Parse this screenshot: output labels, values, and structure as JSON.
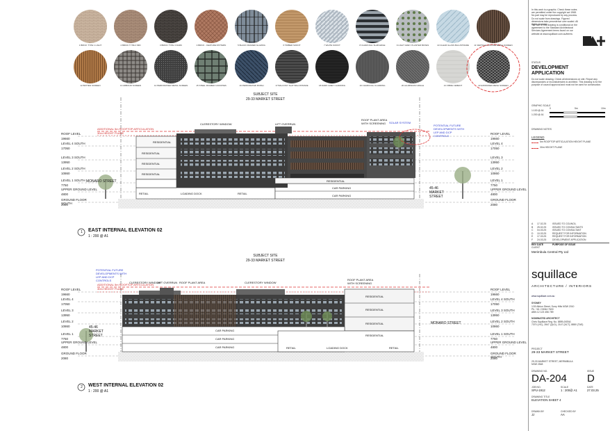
{
  "materials": {
    "row1": [
      {
        "label": "1 BRICK TYPE 1 LIGHT",
        "tex": "brick-light"
      },
      {
        "label": "2 BRICK TYPE 2 MID",
        "tex": "brick-mid"
      },
      {
        "label": "3 BRICK TYPE 3 DARK",
        "tex": "brick-dark"
      },
      {
        "label": "4 BRICK - FEATURE PATTERN",
        "tex": "brick-pattern"
      },
      {
        "label": "5 BLACK FRAMED GLAZING",
        "tex": "glazing"
      },
      {
        "label": "6 TIMBER SOFFIT",
        "tex": "timber"
      },
      {
        "label": "7 WHITE SOFFIT",
        "tex": "white-soffit"
      },
      {
        "label": "8 CHARCOAL SLAB EDGE",
        "tex": "slab-edge"
      },
      {
        "label": "9 LIGHT GREY PLANTER BOXES",
        "tex": "planter"
      },
      {
        "label": "10 CLEAR GLASS BALUSTRADE",
        "tex": "glass-bal"
      },
      {
        "label": "11 VERTICAL LOUVRE METAL SCREEN",
        "tex": "louvre"
      }
    ],
    "row2": [
      {
        "label": "12 BATTEN SCREEN",
        "tex": "batten"
      },
      {
        "label": "13 ARBOUR SCREEN",
        "tex": "arbour"
      },
      {
        "label": "14 PERFORATED METAL SCREEN",
        "tex": "perforated"
      },
      {
        "label": "15 STEEL FRAMED CANOPIES",
        "tex": "canopy"
      },
      {
        "label": "16 PERFORATED FINISH",
        "tex": "perf-dark"
      },
      {
        "label": "17 BALCONY SLAT BALUSTRADE",
        "tex": "slat-bal"
      },
      {
        "label": "18 DARK GREY CLADDING",
        "tex": "dark-clad"
      },
      {
        "label": "19 CHARCOAL CLADDING",
        "tex": "charcoal"
      },
      {
        "label": "20 ALUMINIUM GRILLE",
        "tex": "grille"
      },
      {
        "label": "21 FIBRE CEMENT",
        "tex": "fibre"
      },
      {
        "label": "22 EXPANDED MESH SCREEN",
        "tex": "mesh"
      }
    ]
  },
  "east_elevation": {
    "subject_site": "SUBJECT SITE",
    "subject_address": "29-33 MARKET STREET",
    "number": "1",
    "title": "EAST INTERNAL ELEVATION 02",
    "scale": "1 : 200 @ A1",
    "left_street": "MONARO STREET",
    "right_street": "45-46 MARKET STREET",
    "callouts": [
      "CLERESTORY WINDOW",
      "LIFT OVERRUN",
      "ROOF PLANT AREA WITH SCREENING",
      "SOLAR SYSTEM"
    ],
    "red_note_1": "ADDITIONAL 5m ROOFTOP ARTICULATION",
    "red_note_2": "30m HEIGHT PLANE",
    "blue_note": "POTENTIAL FUTURE DEVELOPMENTS WITH LEP AND DCP CONTROLS",
    "units": [
      "RESIDENTIAL",
      "RESIDENTIAL",
      "RESIDENTIAL",
      "RESIDENTIAL",
      "RESIDENTIAL"
    ],
    "car_labels": [
      "CAR PARKING",
      "CAR PARKING"
    ],
    "ground_labels": [
      "RETAIL",
      "LOADING DOCK",
      "RETAIL"
    ]
  },
  "west_elevation": {
    "subject_site": "SUBJECT SITE",
    "subject_address": "29-33 MARKET STREET",
    "number": "2",
    "title": "WEST INTERNAL ELEVATION 02",
    "scale": "1 : 200 @ A1",
    "left_street": "45-46 MARKET STREET",
    "right_street": "MONARO STREET",
    "callouts": [
      "CLERESTORY WINDOW",
      "LIFT OVERRUN",
      "ROOF PLANT AREA",
      "CLERESTORY WINDOW",
      "ROOF PLANT AREA WITH SCREENING"
    ],
    "red_note_1": "ADDITIONAL 5m ROOFTOP ARTICULATION",
    "red_note_2": "30m HEIGHT PLANE",
    "blue_note": "POTENTIAL FUTURE DEVELOPMENTS WITH LEP AND DCP CONTROLS",
    "units": [
      "RESIDENTIAL",
      "RESIDENTIAL",
      "RESIDENTIAL",
      "RESIDENTIAL"
    ],
    "car_labels": [
      "CAR PARKING",
      "CAR PARKING",
      "CAR PARKING"
    ],
    "ground_labels": [
      "RETAIL",
      "LOADING DOCK",
      "RETAIL"
    ]
  },
  "levels": [
    {
      "name": "ROOF LEVEL",
      "rl": "19660"
    },
    {
      "name": "LEVEL 4",
      "rl": "17050"
    },
    {
      "name": "LEVEL 3",
      "rl": "13950"
    },
    {
      "name": "LEVEL 2",
      "rl": "10860"
    },
    {
      "name": "LEVEL 1",
      "rl": "7750"
    },
    {
      "name": "UPPER GROUND LEVEL",
      "rl": "4800"
    },
    {
      "name": "GROUND FLOOR",
      "rl": "2080"
    }
  ],
  "levels_left_east": [
    {
      "name": "ROOF LEVEL",
      "rl": "19660"
    },
    {
      "name": "LEVEL 4 SOUTH",
      "rl": "17050"
    },
    {
      "name": "LEVEL 3 SOUTH",
      "rl": "13950"
    },
    {
      "name": "LEVEL 2 SOUTH",
      "rl": "10860"
    },
    {
      "name": "LEVEL 1 SOUTH",
      "rl": "7750"
    },
    {
      "name": "UPPER GROUND LEVEL",
      "rl": "4800"
    },
    {
      "name": "GROUND FLOOR SOUTH",
      "rl": "2080"
    }
  ],
  "title_block": {
    "copyright": "In this work is a graphic. Check these notes are permitted under the copyright act 1968. No part may be reproduced by any process. Do not scale from drawings. Figured dimensions take precedence over scaled. All rights reserved.",
    "use_note": "The use of this drawing is conditional on the agreement to the Standard Architectural Services Agreement terms found on our website at www.squillace.com.au/terms",
    "status_label": "STATUS",
    "status": "DEVELOPMENT APPLICATION",
    "status_note": "Do not scale drawing. Check all dimensions on site. Report any discrepancies or inconsistencies to architect. This drawing is for the purpose of council approval and must not be used for construction.",
    "graphic_scale_label": "GRAPHIC SCALE",
    "scale_marks": [
      "0",
      "5m",
      "10m"
    ],
    "scale_text_a": "1:100 @ A1",
    "scale_text_b": "1:200 @ A1",
    "drawing_notes_label": "DRAWING NOTES",
    "legend_label": "LEGEND",
    "legend_1": "5m ROOFTOP ARTICULATION HEIGHT PLANE",
    "legend_2": "30m HEIGHT PLANE",
    "revisions": [
      {
        "rev": "A",
        "date": "17.02.25",
        "desc": "ISSUED TO COUNCIL"
      },
      {
        "rev": "B",
        "date": "25.02.25",
        "desc": "ISSUED TO CONSULTANTS"
      },
      {
        "rev": "C",
        "date": "04.03.25",
        "desc": "ISSUED TO CONSULTANT"
      },
      {
        "rev": "D",
        "date": "10.03.25",
        "desc": "REQUEST FOR INFORMATION"
      },
      {
        "rev": "E",
        "date": "17.03.25",
        "desc": "REQUEST FOR INFORMATION"
      },
      {
        "rev": "F",
        "date": "24.03.25",
        "desc": "DEVELOPMENT APPLICATION"
      }
    ],
    "rev_header": [
      "REV",
      "DATE",
      "PURPOSE OF ISSUE"
    ],
    "client_label": "CLIENT",
    "client": "Merimbula Central Pty Ltd",
    "logo": "squillace",
    "subtitle": "ARCHITECTURE / INTERIORS",
    "website": "www.squillace.com.au",
    "office_label": "SYDNEY",
    "office_lines": [
      "1/30 Albion Street, Surry Hills NSW 2010",
      "Ph. +61 2 8064 7600",
      "ABN 12 123 456 789"
    ],
    "nominated_label": "NOMINATED ARCHITECT",
    "nominated_lines": [
      "Chris Squillace Reg. No. 8895 (NSW)",
      "7370 (VIC), 2847 (QLD), 2147 (ACT), 8880 (TAS)"
    ],
    "project_label": "PROJECT",
    "project": "29-33 MARKET STREET",
    "project_address": "29-33 MARKET STREET, MERIMBULA NSW 2548",
    "drawing_no_label": "DRAWING NO.",
    "issue_label": "ISSUE",
    "drawing_no": "DA-204",
    "issue": "D",
    "job_no_label": "JOB NO.",
    "scale_label": "SCALE",
    "date_label": "DATE",
    "job_no": "SPU-1912",
    "scale": "1 : 200@ A1",
    "date": "27.03.25",
    "drawing_title_label": "DRAWING TITLE",
    "drawing_title": "ELEVATION SHEET 4",
    "drawn_label": "DRAWN BY",
    "checked_label": "CHECKED BY",
    "drawn": "JJ",
    "checked": "AA"
  }
}
